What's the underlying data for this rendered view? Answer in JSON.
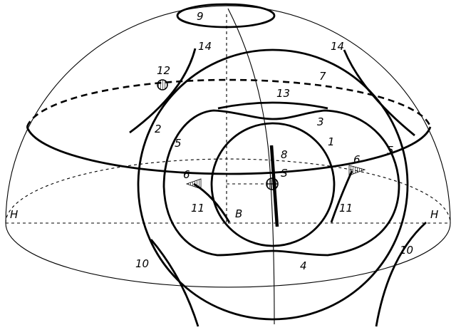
{
  "diagram": {
    "labels": {
      "horizon_left": "H",
      "horizon_right": "H",
      "base_point": "B",
      "sun": "S",
      "n1": "1",
      "n2": "2",
      "n3": "3",
      "n4": "4",
      "n5_left": "5",
      "n5_right": "5",
      "n6_left": "6",
      "n6_right": "6",
      "n7": "7",
      "n8": "8",
      "n9": "9",
      "n10_left": "10",
      "n10_right": "10",
      "n11_left": "11",
      "n11_right": "11",
      "n12": "12",
      "n13": "13",
      "n14_left": "14",
      "n14_right": "14"
    }
  }
}
